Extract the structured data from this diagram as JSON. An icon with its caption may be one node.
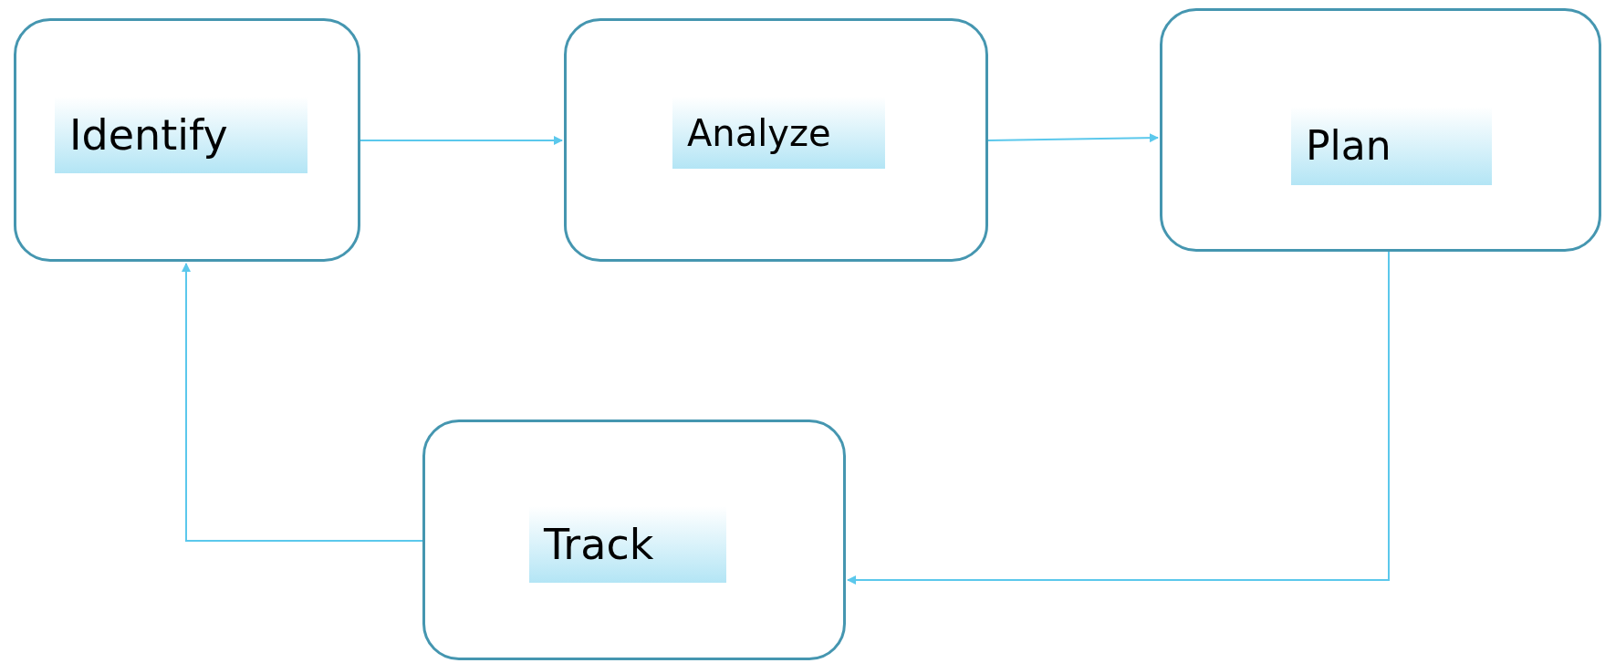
{
  "diagram": {
    "nodes": [
      {
        "text": [
          "Identify"
        ]
      },
      {
        "text": [
          "Analyze"
        ]
      },
      {
        "text": [
          "Plan"
        ]
      },
      {
        "text": [
          "Track"
        ]
      }
    ],
    "edges": [
      {
        "from": 0,
        "to": 1,
        "arrow": "to"
      },
      {
        "from": 1,
        "to": 2,
        "arrow": "to"
      },
      {
        "from": 2,
        "to": 3,
        "arrow": "to"
      },
      {
        "from": 3,
        "to": 0,
        "arrow": "to"
      }
    ]
  }
}
